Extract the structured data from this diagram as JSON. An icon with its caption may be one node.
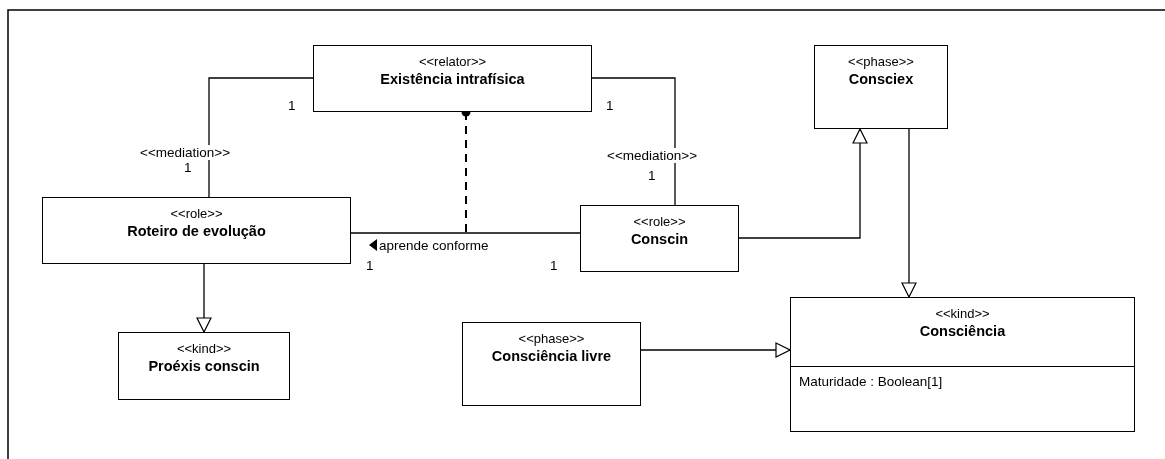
{
  "diagram": {
    "nodes": [
      {
        "text": [
          "<<relator>>",
          "Existência intrafísica"
        ]
      },
      {
        "text": [
          "<<phase>>",
          "Consciex"
        ]
      },
      {
        "text": [
          "<<role>>",
          "Roteiro de evolução"
        ]
      },
      {
        "text": [
          "<<role>>",
          "Conscin"
        ]
      },
      {
        "text": [
          "<<kind>>",
          "Proéxis conscin"
        ]
      },
      {
        "text": [
          "<<phase>>",
          "Consciência livre"
        ]
      },
      {
        "text": [
          "<<kind>>",
          "Consciência",
          "Maturidade : Boolean[1]"
        ]
      }
    ],
    "edges": [
      {
        "from": 0,
        "to": 2,
        "arrow": "none",
        "label": "<<mediation>>"
      },
      {
        "from": 0,
        "to": 3,
        "arrow": "none",
        "label": "<<mediation>>"
      },
      {
        "from": 2,
        "to": 3,
        "arrow": "none",
        "label": "aprende conforme"
      },
      {
        "from": 0,
        "to": null,
        "arrow": "other",
        "style": "dashed"
      },
      {
        "from": 3,
        "to": 1,
        "arrow": "to"
      },
      {
        "from": 1,
        "to": 6,
        "arrow": "to"
      },
      {
        "from": 2,
        "to": 4,
        "arrow": "to"
      },
      {
        "from": 5,
        "to": 6,
        "arrow": "to"
      }
    ],
    "labels": [
      "1",
      "1",
      "1",
      "1",
      "1",
      "1"
    ]
  }
}
